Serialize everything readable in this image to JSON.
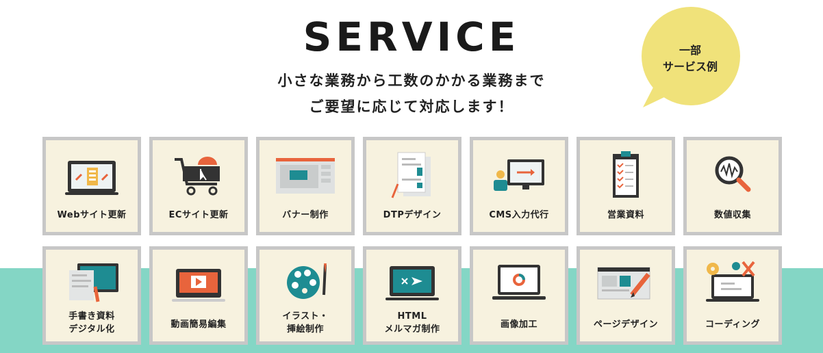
{
  "header": {
    "title": "SERVICE",
    "subtitle_line1": "小さな業務から工数のかかる業務まで",
    "subtitle_line2": "ご要望に応じて対応します！"
  },
  "badge": {
    "line1": "一部",
    "line2": "サービス例",
    "color": "#f0e27a"
  },
  "colors": {
    "band": "#84d6c5",
    "card_bg": "#f7f2df",
    "card_border": "#c7c7c7",
    "accent": "#e8643c",
    "teal": "#1e8c92",
    "dark": "#333333"
  },
  "services": [
    {
      "lines": [
        "Webサイト更新"
      ],
      "icon": "web-update-icon"
    },
    {
      "lines": [
        "ECサイト更新"
      ],
      "icon": "shopping-cart-icon"
    },
    {
      "lines": [
        "バナー制作"
      ],
      "icon": "banner-icon"
    },
    {
      "lines": [
        "DTPデザイン"
      ],
      "icon": "dtp-document-icon"
    },
    {
      "lines": [
        "CMS入力代行"
      ],
      "icon": "cms-presenter-icon"
    },
    {
      "lines": [
        "営業資料"
      ],
      "icon": "clipboard-checklist-icon"
    },
    {
      "lines": [
        "数値収集"
      ],
      "icon": "magnifier-chart-icon"
    },
    {
      "lines": [
        "手書き資料",
        "デジタル化"
      ],
      "icon": "handwriting-digital-icon"
    },
    {
      "lines": [
        "動画簡易編集"
      ],
      "icon": "video-play-icon"
    },
    {
      "lines": [
        "イラスト・",
        "挿絵制作"
      ],
      "icon": "palette-brush-icon"
    },
    {
      "lines": [
        "HTML",
        "メルマガ制作"
      ],
      "icon": "html-mail-icon"
    },
    {
      "lines": [
        "画像加工"
      ],
      "icon": "image-edit-icon"
    },
    {
      "lines": [
        "ページデザイン"
      ],
      "icon": "page-design-icon"
    },
    {
      "lines": [
        "コーディング"
      ],
      "icon": "coding-gears-icon"
    }
  ]
}
